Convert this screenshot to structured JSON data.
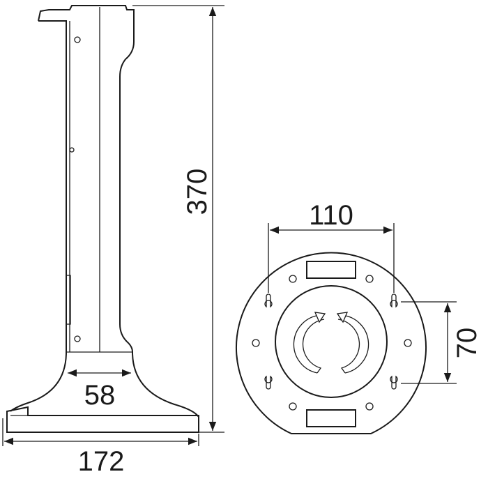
{
  "drawing": {
    "side_view": {
      "height_label": "370",
      "column_width_label": "58",
      "base_width_label": "172"
    },
    "bottom_view": {
      "hole_spacing_horizontal_label": "110",
      "hole_spacing_vertical_label": "70"
    },
    "colors": {
      "line": "#1a1a1a",
      "background": "#ffffff"
    }
  }
}
